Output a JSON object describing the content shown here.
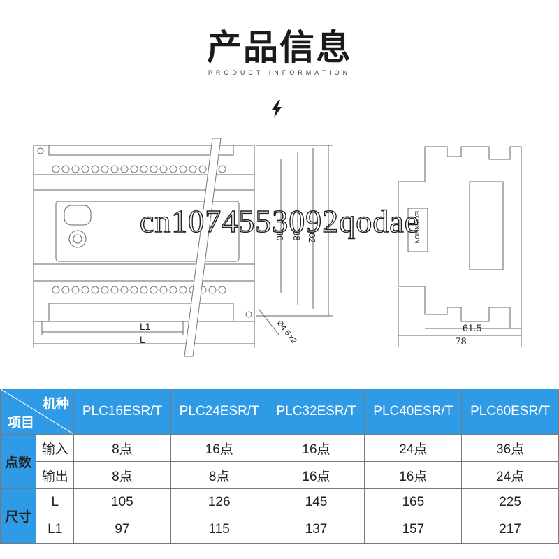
{
  "header": {
    "title": "产品信息",
    "subtitle": "PRODUCT INFORMATION"
  },
  "icons": {
    "section_mark": "lightning-bolt-icon"
  },
  "drawing": {
    "labels": {
      "l1": "L1",
      "l": "L",
      "h1": "90",
      "h2": "98",
      "h3": "102",
      "hole": "Ø4.5 x2",
      "side_d1": "61.5",
      "side_d2": "78",
      "side_text": "EXTENSION"
    }
  },
  "watermark": "cn1074553092qodae",
  "table": {
    "corner_top": "机种",
    "corner_bottom": "项目",
    "models": [
      "PLC16ESR/T",
      "PLC24ESR/T",
      "PLC32ESR/T",
      "PLC40ESR/T",
      "PLC60ESR/T"
    ],
    "groups": [
      {
        "name": "点数",
        "rows": [
          {
            "label": "输入",
            "values": [
              "8点",
              "16点",
              "16点",
              "24点",
              "36点"
            ]
          },
          {
            "label": "输出",
            "values": [
              "8点",
              "8点",
              "16点",
              "16点",
              "24点"
            ]
          }
        ]
      },
      {
        "name": "尺寸",
        "rows": [
          {
            "label": "L",
            "values": [
              "105",
              "126",
              "145",
              "165",
              "225"
            ]
          },
          {
            "label": "L1",
            "values": [
              "97",
              "115",
              "137",
              "157",
              "217"
            ]
          }
        ]
      }
    ]
  },
  "colors": {
    "accent": "#2f9ae6"
  }
}
